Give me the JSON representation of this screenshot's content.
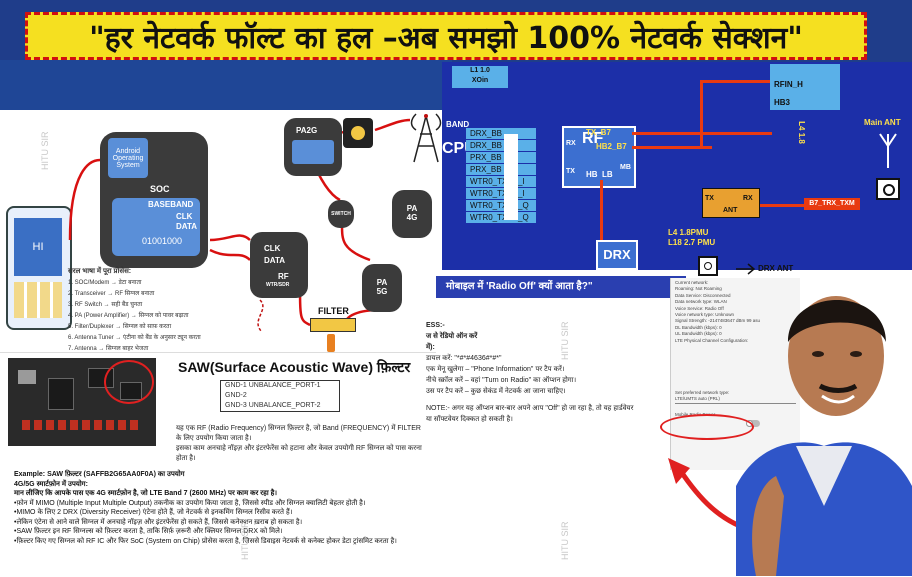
{
  "title": "\"हर नेटवर्क फॉल्ट का हल –अब समझो 100% नेटवर्क सेक्शन\"",
  "watermark": "HITU SIR",
  "left_diagram": {
    "phone_screen": "HI",
    "soc": {
      "android": "Android Operating System",
      "soc_label": "SOC",
      "baseband": "BASEBAND",
      "clk": "CLK",
      "data": "DATA",
      "bits": "01001000"
    },
    "transceiver": {
      "clk": "CLK",
      "data": "DATA",
      "rf": "RF",
      "sub": "WTR/SDR"
    },
    "pa2g": "PA2G",
    "switch": "SWITCH",
    "pa4g": "PA\n4G",
    "pa5g": "PA\n5G",
    "filter": "FILTER",
    "steps_title": "सरल भाषा में पूरा प्रोसेस:",
    "steps": [
      "1. SOC/Modem → डेटा बनाता",
      "2. Transceiver → RF सिग्नल बनाता",
      "3. RF Switch → सही बैंड चुनता",
      "4. PA (Power Amplifier) → सिग्नल को पावर बढ़ाता",
      "5. Filter/Duplexer → सिग्नल को साफ़ करता",
      "6. Antenna Tuner → एंटीना को बैंड के अनुसार ट्यून करता",
      "7. Antenna → सिग्नल बाहर भेजता"
    ]
  },
  "saw": {
    "title": "SAW(Surface Acoustic Wave) फ़िल्टर",
    "ports": [
      "GND-1  UNBALANCE_PORT-1",
      "GND-2",
      "GND-3  UNBALANCE_PORT-2"
    ],
    "desc1": "यह एक RF (Radio Frequency) सिग्नल फ़िल्टर है, जो Band (FREQUENCY) में FILTER के लिए उपयोग किया जाता है।",
    "desc2": "इसका काम अनचाहे नॉइज़ और इंटरफेरेंस को हटाना और केवल उपयोगी RF सिग्नल को पास करना होता है।",
    "example_title": "Example: SAW फ़िल्टर (SAFFB2G65AA0F0A) का उपयोग",
    "example_lines": [
      "4G/5G स्मार्टफ़ोन में उपयोग:",
      "मान लीजिए कि आपके पास एक 4G स्मार्टफ़ोन है, जो LTE Band 7 (2600 MHz) पर काम कर रहा है।",
      "•फ़ोन में MIMO (Multiple Input Multiple Output) तकनीक का उपयोग किया जाता है, जिससे स्पीड और सिग्नल क्वालिटी बेहतर होती है।",
      "•MIMO के लिए 2 DRX (Diversity Receiver) एंटेना होते हैं, जो नेटवर्क से इनकमिंग सिग्नल रिसीव करते हैं।",
      "•लेकिन एंटेना से आने वाले सिग्नल में अनचाहे नॉइज़ और इंटरफेरेंस हो सकते हैं, जिससे कनेक्शन ख़राब हो सकता है।",
      "•SAW फ़िल्टर इन RF सिग्नल्स को फ़िल्टर करता है, ताकि सिर्फ़ ज़रूरी और क्लियर सिग्नल DRX को मिले।",
      "•फ़िल्टर किए गए सिग्नल को RF IC और फिर SoC (System on Chip) प्रोसेस करता है, जिससे डिवाइस नेटवर्क से कनेक्ट होकर डेटा ट्रांसमिट करता है।"
    ]
  },
  "right_diagram": {
    "top_signals": [
      "L1 1.0",
      "XOin"
    ],
    "band": "BAND",
    "cpu": "CPU",
    "rx_signals": [
      "DRX_BB",
      "DRX_BB",
      "PRX_BB",
      "PRX_BB",
      "WTR0_TXBB_I",
      "WTR0_TXBB_I",
      "WTR0_TXBB_Q",
      "WTR0_TXBB_Q"
    ],
    "rf": "RF",
    "rx": "RX",
    "tx": "TX",
    "hb": "HB",
    "lb": "LB",
    "mb": "MB",
    "tx_b7": "TX_B7",
    "hb2_b7": "HB2_B7",
    "rfin_h": "RFIN_H",
    "hb3": "HB3",
    "l4_18": "L4 1.8",
    "main_ant": "Main ANT",
    "b7_trx": "B7_TRX_TXM",
    "ant": "ANT",
    "tx_small": "TX",
    "rx_small": "RX",
    "drx": "DRX",
    "pmu1": "L4 1.8PMU",
    "pmu2": "L18 2.7 PMU",
    "drx_ant": "DRX ANT"
  },
  "radio_off": {
    "question": "मोबाइल में 'Radio Off' क्यों आता है?\"",
    "lines": [
      "ESS:-",
      "ज से रेडियो ऑन करें",
      "में):",
      "डायल करें: \"*#*#4636#*#*\"",
      "एक मेनू खुलेगा – \"Phone Information\" पर टैप करें।",
      "नीचे स्क्रॉल करें – वहां \"Turn on Radio\" का ऑप्शन होगा।",
      "उस पर टैप करें – कुछ सेकंड में नेटवर्क आ जाना चाहिए।",
      "NOTE:- अगर यह ऑप्शन बार-बार अपने आप \"Off\" हो जा रहा है, तो यह हार्डवेयर",
      "या सॉफ्टवेयर दिक्कत हो सकती है।"
    ]
  },
  "settings_panel": {
    "rows": [
      "Current network:",
      "Roaming: Not Roaming",
      "Data Service: Disconnected",
      "Data network type: WLAN",
      "Voice Service: Radio Off",
      "Voice network type: Unknown",
      "Signal Strength: -2147483647 dBm  99 asu",
      "DL Bandwidth (kbps): 0",
      "UL Bandwidth (kbps): 0",
      "LTE Physical Channel Configuration:",
      "Set preferred network type:",
      "LTE/UMTS auto (PRL)",
      "Mobile Radio Power"
    ]
  },
  "colors": {
    "banner_bg": "#f5e020",
    "banner_border": "#d01010",
    "diagram_blue": "#1c2fa8",
    "wire": "#e83a10"
  }
}
